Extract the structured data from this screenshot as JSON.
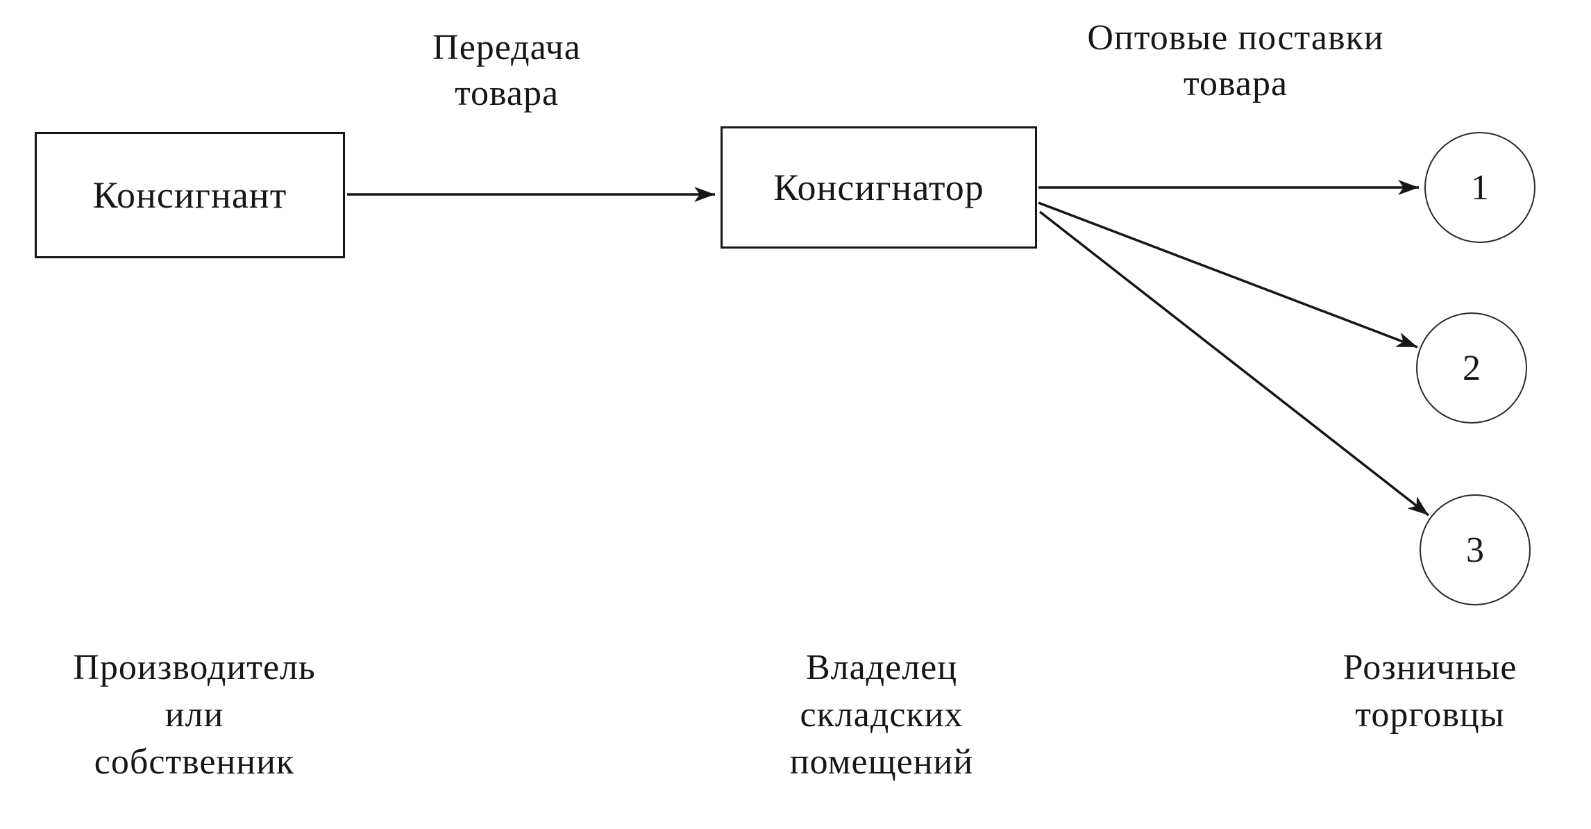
{
  "page": {
    "background_color": "#ffffff",
    "ink_color": "#161616"
  },
  "diagram": {
    "arrow_labels": {
      "transfer": "Передача\nтовара",
      "wholesale": "Оптовые поставки\nтовара"
    },
    "boxes": {
      "consignor": "Консигнант",
      "consignee": "Консигнатор"
    },
    "retailer_circles": [
      "1",
      "2",
      "3"
    ],
    "captions": {
      "consignor_role": "Производитель\nили\nсобственник",
      "consignee_role": "Владелец\nскладских\nпомещений",
      "retailers_role": "Розничные\nторговцы"
    }
  }
}
